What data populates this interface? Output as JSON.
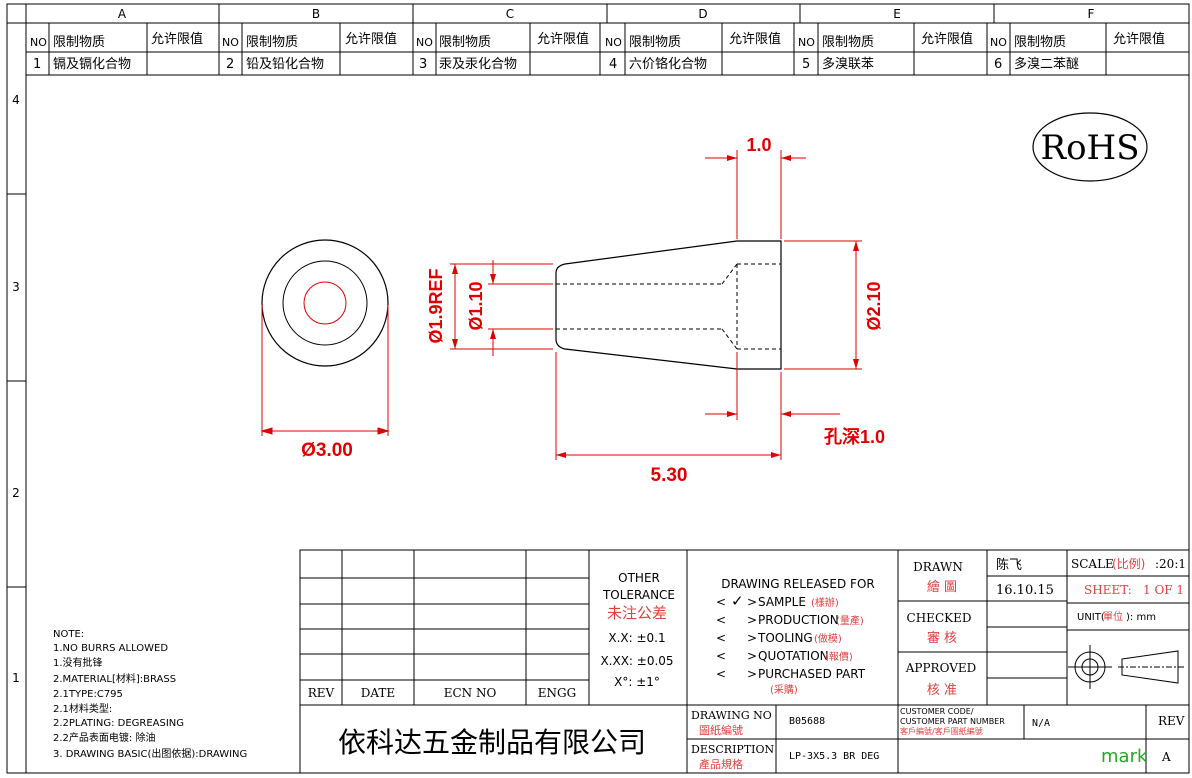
{
  "column_letters": [
    "A",
    "B",
    "C",
    "D",
    "E",
    "F"
  ],
  "row_numbers": [
    "4",
    "3",
    "2",
    "1"
  ],
  "substance_table": {
    "headers": {
      "no": "NO",
      "substance": "限制物质",
      "limit": "允许限值"
    },
    "items": [
      {
        "no": "1",
        "substance": "镉及镉化合物",
        "limit": ""
      },
      {
        "no": "2",
        "substance": "铅及铅化合物",
        "limit": ""
      },
      {
        "no": "3",
        "substance": "汞及汞化合物",
        "limit": ""
      },
      {
        "no": "4",
        "substance": "六价铬化合物",
        "limit": ""
      },
      {
        "no": "5",
        "substance": "多溴联苯",
        "limit": ""
      },
      {
        "no": "6",
        "substance": "多溴二苯醚",
        "limit": ""
      }
    ]
  },
  "rohs": "RoHS",
  "dimensions": {
    "front_dia": "Ø3.00",
    "cone_length": "5.30",
    "top_width": "1.0",
    "hole_dia_ref": "Ø1.9REF",
    "bore_dia": "Ø1.10",
    "end_dia": "Ø2.10",
    "hole_depth": "孔深1.0"
  },
  "notes": [
    "NOTE:",
    "1.NO BURRS ALLOWED",
    "1.没有批锋",
    "2.MATERIAL[材料]:BRASS",
    "2.1TYPE:C795",
    "2.1材料类型:",
    "2.2PLATING: DEGREASING",
    "2.2产品表面电镀: 除油",
    "3. DRAWING BASIC(出图依据):DRAWING"
  ],
  "title_block": {
    "rev_header": "REV",
    "date_header": "DATE",
    "ecn_header": "ECN NO",
    "engg_header": "ENGG",
    "other_tolerance": "OTHER",
    "tolerance": "TOLERANCE",
    "tolerance_cn": "未注公差",
    "tol_xx": "X.X: ±0.1",
    "tol_xxx": "X.XX: ±0.05",
    "tol_angle": "X°: ±1°",
    "released_for": "DRAWING RELEASED FOR",
    "release_items": [
      {
        "label": "SAMPLE",
        "cn": "(樣辦)",
        "check": "✓"
      },
      {
        "label": "PRODUCTION",
        "cn": "(量產)",
        "check": ""
      },
      {
        "label": "TOOLING",
        "cn": "(做模)",
        "check": ""
      },
      {
        "label": "QUOTATION",
        "cn": "(報價)",
        "check": ""
      },
      {
        "label": "PURCHASED PART",
        "cn": "(采購)",
        "check": ""
      }
    ],
    "drawn_label": "DRAWN",
    "drawn_cn": "繪 圖",
    "drawn_by": "陈飞",
    "date": "16.10.15",
    "checked_label": "CHECKED",
    "checked_cn": "審 核",
    "approved_label": "APPROVED",
    "approved_cn": "核 准",
    "scale_label": "SCALE",
    "scale_cn": "(比例)",
    "scale_value": ":20:1",
    "sheet_label": "SHEET:",
    "sheet_value": "1 OF 1",
    "unit_label": "UNIT(",
    "unit_cn": "單位",
    "unit_value": "): mm",
    "company": "依科达五金制品有限公司",
    "drawing_no_label": "DRAWING NO",
    "drawing_no_cn": "圖紙編號",
    "drawing_no": "B05688",
    "description_label": "DESCRIPTION",
    "description_cn": "產品規格",
    "description": "LP-3X5.3 BR DEG",
    "customer_code_label": "CUSTOMER CODE/",
    "customer_part_label": "CUSTOMER PART NUMBER",
    "customer_cn": "客戶編號/客戶圖紙編號",
    "customer_value": "N/A",
    "rev_label": "REV",
    "rev_value": "A",
    "mark": "mark"
  },
  "colors": {
    "dimension": "#e00000",
    "line": "#000000",
    "mark": "#22aa22"
  }
}
